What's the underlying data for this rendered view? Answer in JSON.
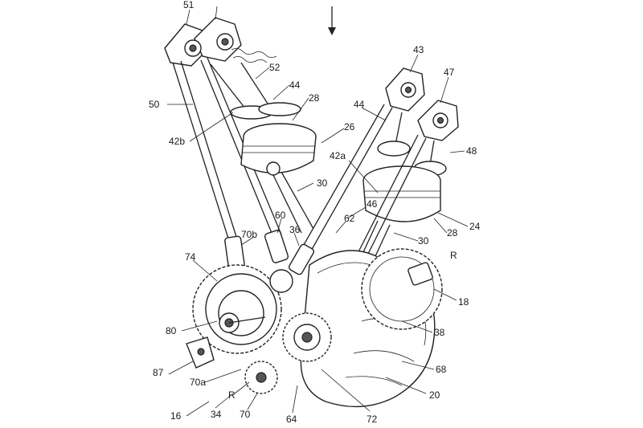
{
  "labels": {
    "l51": "51",
    "l52": "52",
    "l44a": "44",
    "l28a": "28",
    "l50": "50",
    "l42b": "42b",
    "l26": "26",
    "l42a": "42a",
    "l30a": "30",
    "l43": "43",
    "l47": "47",
    "l44b": "44",
    "l48": "48",
    "l46": "46",
    "l62": "62",
    "l60": "60",
    "l36": "36",
    "l70b": "70b",
    "l24": "24",
    "l28b": "28",
    "l30b": "30",
    "l74": "74",
    "lR1": "R",
    "l18": "18",
    "l80": "80",
    "l38": "38",
    "l87": "87",
    "l70a": "70a",
    "l68": "68",
    "lR2": "R",
    "l20": "20",
    "l16": "16",
    "l34": "34",
    "l70": "70",
    "l64": "64",
    "l72": "72"
  },
  "icons": {
    "direction_arrow": "arrow-down-icon"
  }
}
